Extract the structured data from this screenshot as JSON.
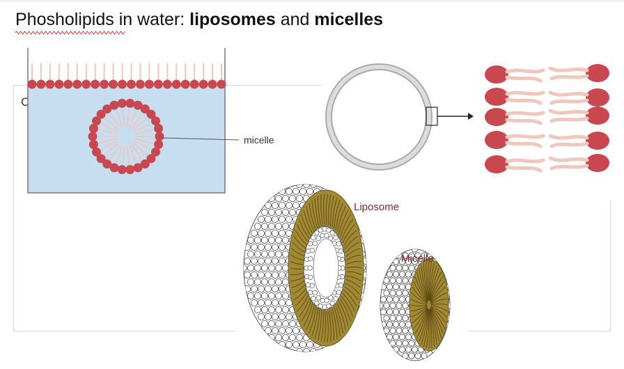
{
  "slide": {
    "title_prefix": "Phosholipids in water: ",
    "title_bold_1": "liposomes",
    "title_middle": " and ",
    "title_bold_2": "micelles",
    "placeholder_char": "C"
  },
  "labels": {
    "micelle_lower": "micelle",
    "liposome": "Liposome",
    "micelle_cap": "Micelle"
  },
  "colors": {
    "head": "#c9474f",
    "tail": "#f0c7bf",
    "water": "#c6deef",
    "outline": "#777777",
    "label_red": "#7a2a30",
    "tail_gold": "#9a7b2a"
  }
}
